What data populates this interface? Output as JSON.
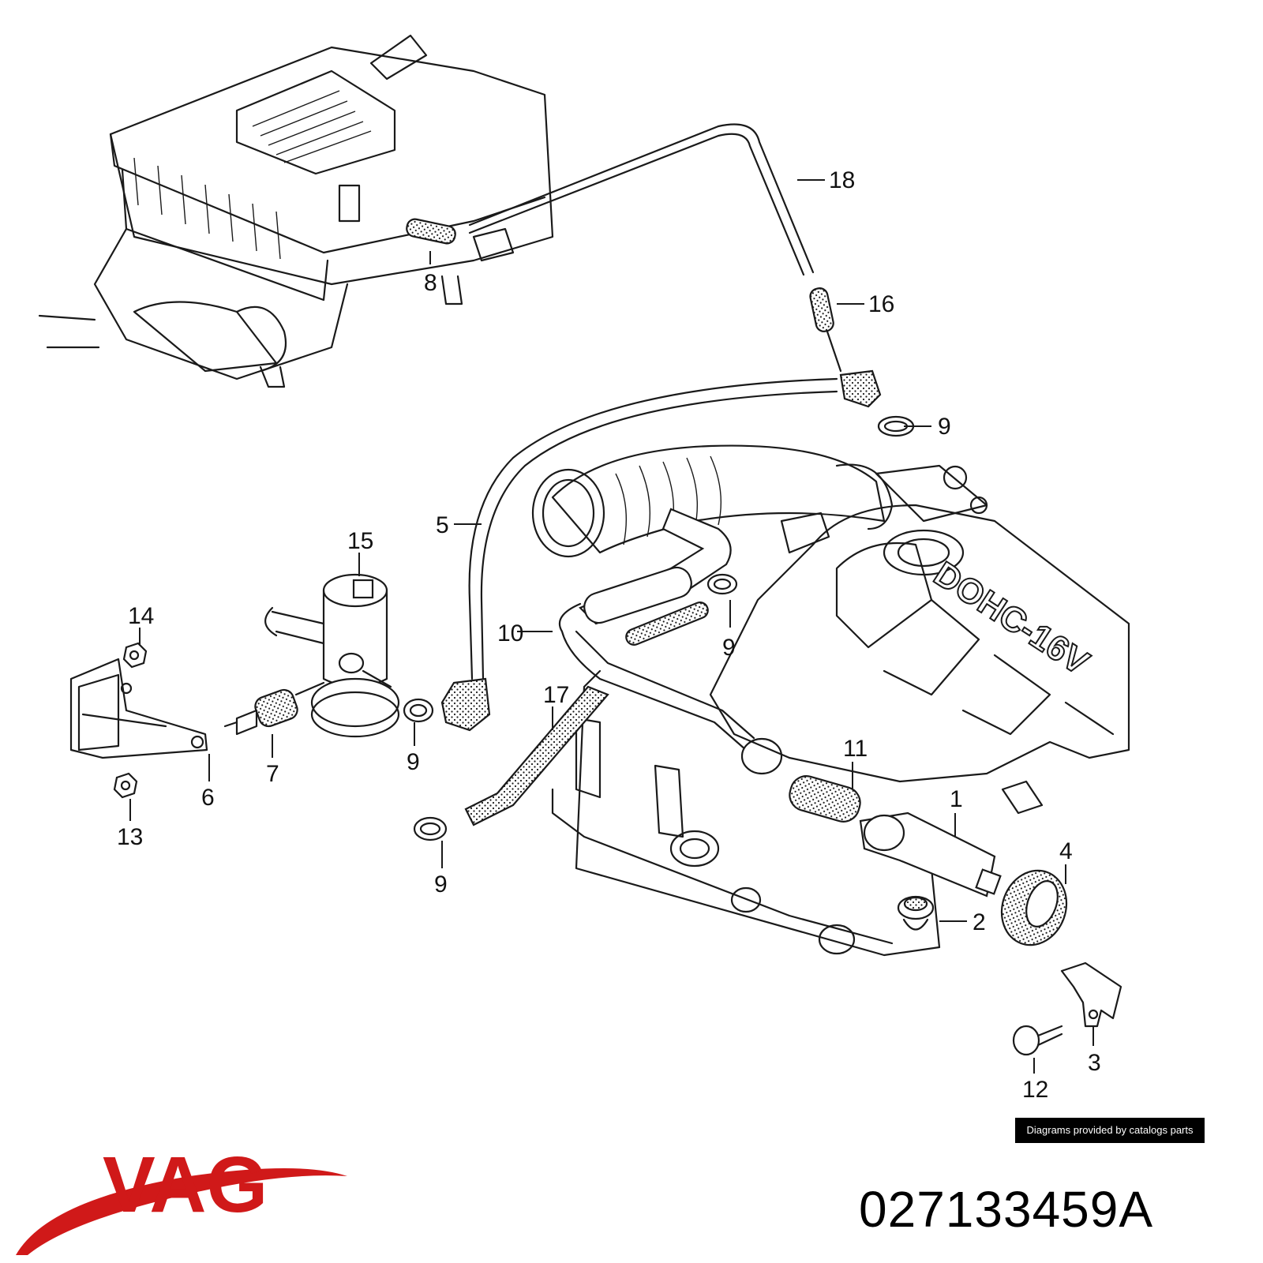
{
  "diagram": {
    "callouts": [
      {
        "id": "1",
        "text": "1"
      },
      {
        "id": "2",
        "text": "2"
      },
      {
        "id": "3",
        "text": "3"
      },
      {
        "id": "4",
        "text": "4"
      },
      {
        "id": "5",
        "text": "5"
      },
      {
        "id": "6",
        "text": "6"
      },
      {
        "id": "7",
        "text": "7"
      },
      {
        "id": "8",
        "text": "8"
      },
      {
        "id": "9a",
        "text": "9"
      },
      {
        "id": "9b",
        "text": "9"
      },
      {
        "id": "9c",
        "text": "9"
      },
      {
        "id": "9d",
        "text": "9"
      },
      {
        "id": "10",
        "text": "10"
      },
      {
        "id": "11",
        "text": "11"
      },
      {
        "id": "12",
        "text": "12"
      },
      {
        "id": "13",
        "text": "13"
      },
      {
        "id": "14",
        "text": "14"
      },
      {
        "id": "15",
        "text": "15"
      },
      {
        "id": "16",
        "text": "16"
      },
      {
        "id": "17",
        "text": "17"
      },
      {
        "id": "18",
        "text": "18"
      }
    ],
    "manifold_text": "DOHC-16V",
    "credit": "Diagrams provided by catalogs parts"
  },
  "brand": {
    "logo_text": "VAG",
    "logo_color": "#d01919"
  },
  "part_number": "027133459A"
}
